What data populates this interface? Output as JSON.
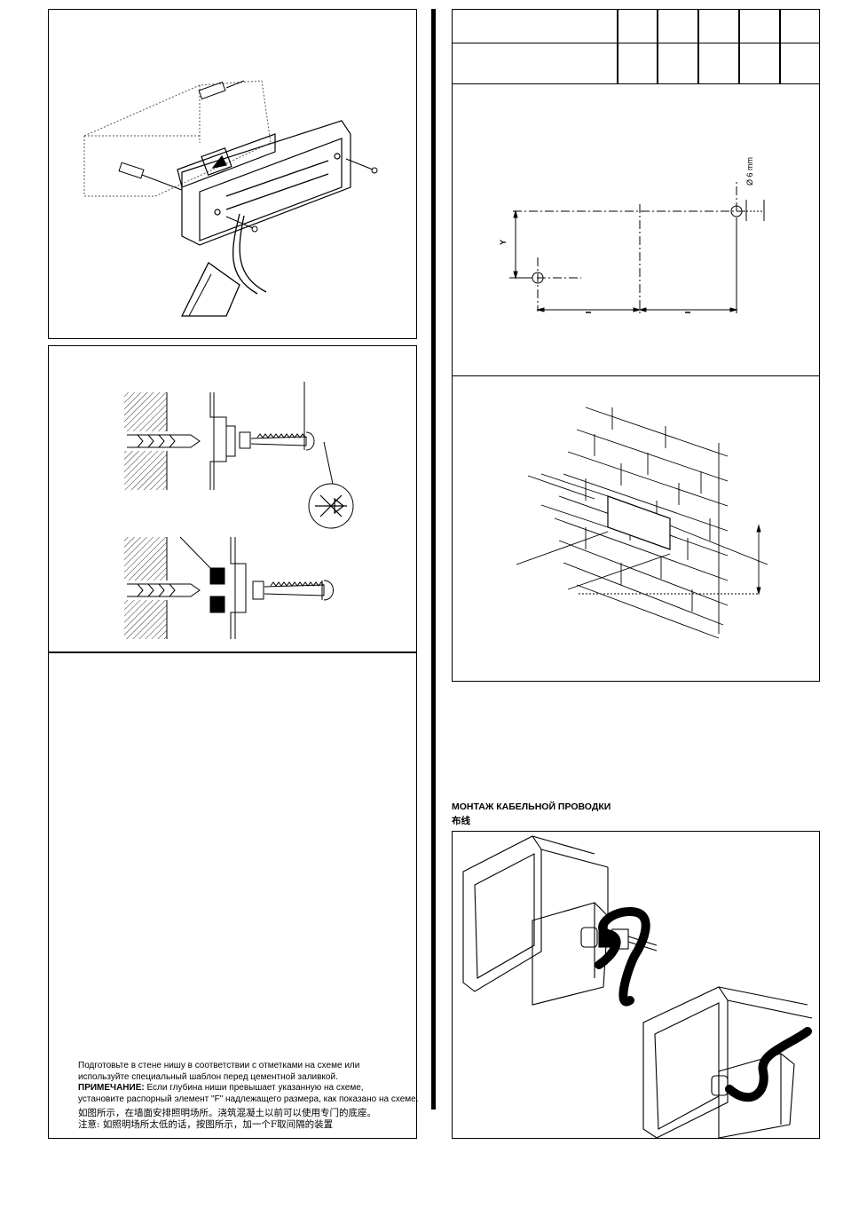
{
  "diagrams": {
    "hole_label": "Ø 6 mm",
    "dim_y": "Y"
  },
  "cable_section": {
    "title_ru": "МОНТАЖ КАБЕЛЬНОЙ ПРОВОДКИ",
    "title_zh": "布线"
  },
  "instructions": {
    "ru_line1": "Подготовьте в стене нишу в соответствии с отметками на схеме или",
    "ru_line2": "используйте специальный шаблон перед цементной заливкой.",
    "note_label": "ПРИМЕЧАНИЕ:",
    "note_line1": " Если глубина ниши превышает указанную на схеме,",
    "note_line2": "установите распорный элемент \"F\" надлежащего размера, как показано на схеме.",
    "zh_line1": "如图所示，在墙面安排照明场所。浇筑混凝土以前可以使用专门的底座。",
    "zh_line2": "注意: 如照明场所太低的话，按图所示，加一个F取间隔的装置"
  }
}
